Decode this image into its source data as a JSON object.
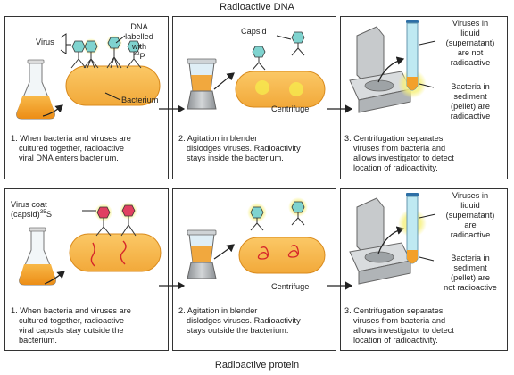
{
  "titles": {
    "top": "Radioactive DNA",
    "bottom": "Radioactive protein"
  },
  "row1": {
    "virus": "Virus",
    "dna_l1": "DNA",
    "dna_l2": "labelled",
    "dna_l3": "with",
    "dna_iso_sup": "32",
    "dna_iso": "P",
    "bacterium": "Bacterium",
    "capsid": "Capsid",
    "centrifuge": "Centrifuge",
    "super_l1": "Viruses in",
    "super_l2": "liquid",
    "super_l3": "(supernatant)",
    "super_l4": "are not",
    "super_l5": "radioactive",
    "sed_l1": "Bacteria in",
    "sed_l2": "sediment",
    "sed_l3": "(pellet) are",
    "sed_l4": "radioactive",
    "step1_l1": "1. When bacteria and viruses are",
    "step1_l2": "cultured together, radioactive",
    "step1_l3": "viral DNA enters bacterium.",
    "step2_l1": "2. Agitation in blender",
    "step2_l2": "dislodges viruses. Radioactivity",
    "step2_l3": "stays inside the bacterium.",
    "step3_l1": "3. Centrifugation separates",
    "step3_l2": "viruses from bacteria and",
    "step3_l3": "allows investigator to detect",
    "step3_l4": "location of radioactivity."
  },
  "row2": {
    "coat_l1": "Virus coat",
    "coat_l2": "(capsid)",
    "coat_sup": "35",
    "coat_iso": "S",
    "centrifuge": "Centrifuge",
    "super_l1": "Viruses in",
    "super_l2": "liquid",
    "super_l3": "(supernatant)",
    "super_l4": "are",
    "super_l5": "radioactive",
    "sed_l1": "Bacteria in",
    "sed_l2": "sediment",
    "sed_l3": "(pellet) are",
    "sed_l4": "not radioactive",
    "step1_l1": "1. When bacteria and viruses are",
    "step1_l2": "cultured together, radioactive",
    "step1_l3": "viral capsids stay outside the",
    "step1_l4": "bacterium.",
    "step2_l1": "2. Agitation in blender",
    "step2_l2": "dislodges viruses. Radioactivity",
    "step2_l3": "stays outside the bacterium.",
    "step3_l1": "3. Centrifugation separates",
    "step3_l2": "viruses from bacteria and",
    "step3_l3": "allows investigator to detect",
    "step3_l4": "location of radioactivity."
  },
  "colors": {
    "bacterium": "#f7b44a",
    "bacterium_edge": "#d98a1c",
    "glow": "#f4ef7a",
    "capsid": "#7fd3cf",
    "flask_liquid": "#f3a02a",
    "tube_liquid": "#9fe0ec",
    "dna": "#d6262a"
  }
}
